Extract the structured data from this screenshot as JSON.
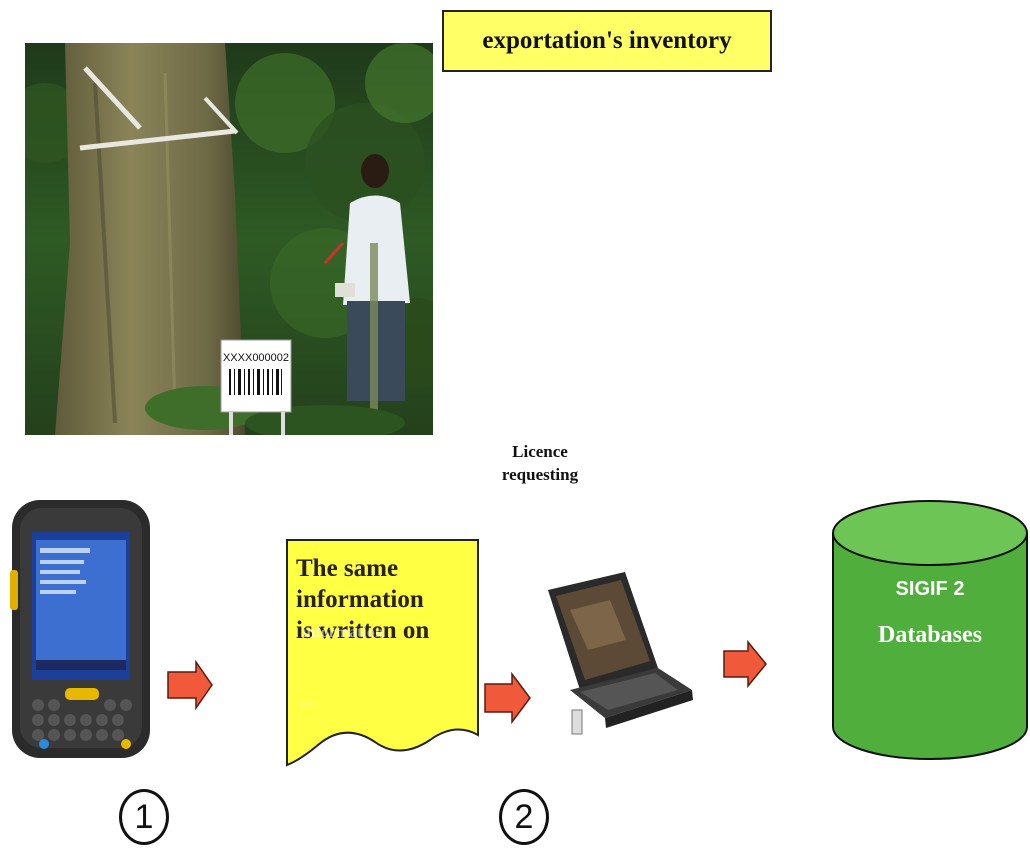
{
  "title": "exportation's inventory",
  "photo": {
    "tag_code": "XXXX000002"
  },
  "licence_label": [
    "Licence",
    "requesting"
  ],
  "document": {
    "lines": [
      "The same",
      "information",
      "is written on"
    ],
    "faint_text": "...",
    "ghost_text": "information"
  },
  "database": {
    "line1": "SIGIF 2",
    "line2": "Databases"
  },
  "steps": [
    "1",
    "2"
  ],
  "colors": {
    "title_fill": "#ffff66",
    "document_fill": "#ffff44",
    "arrow_fill": "#f05a3a",
    "database_fill": "#4fae3c"
  }
}
